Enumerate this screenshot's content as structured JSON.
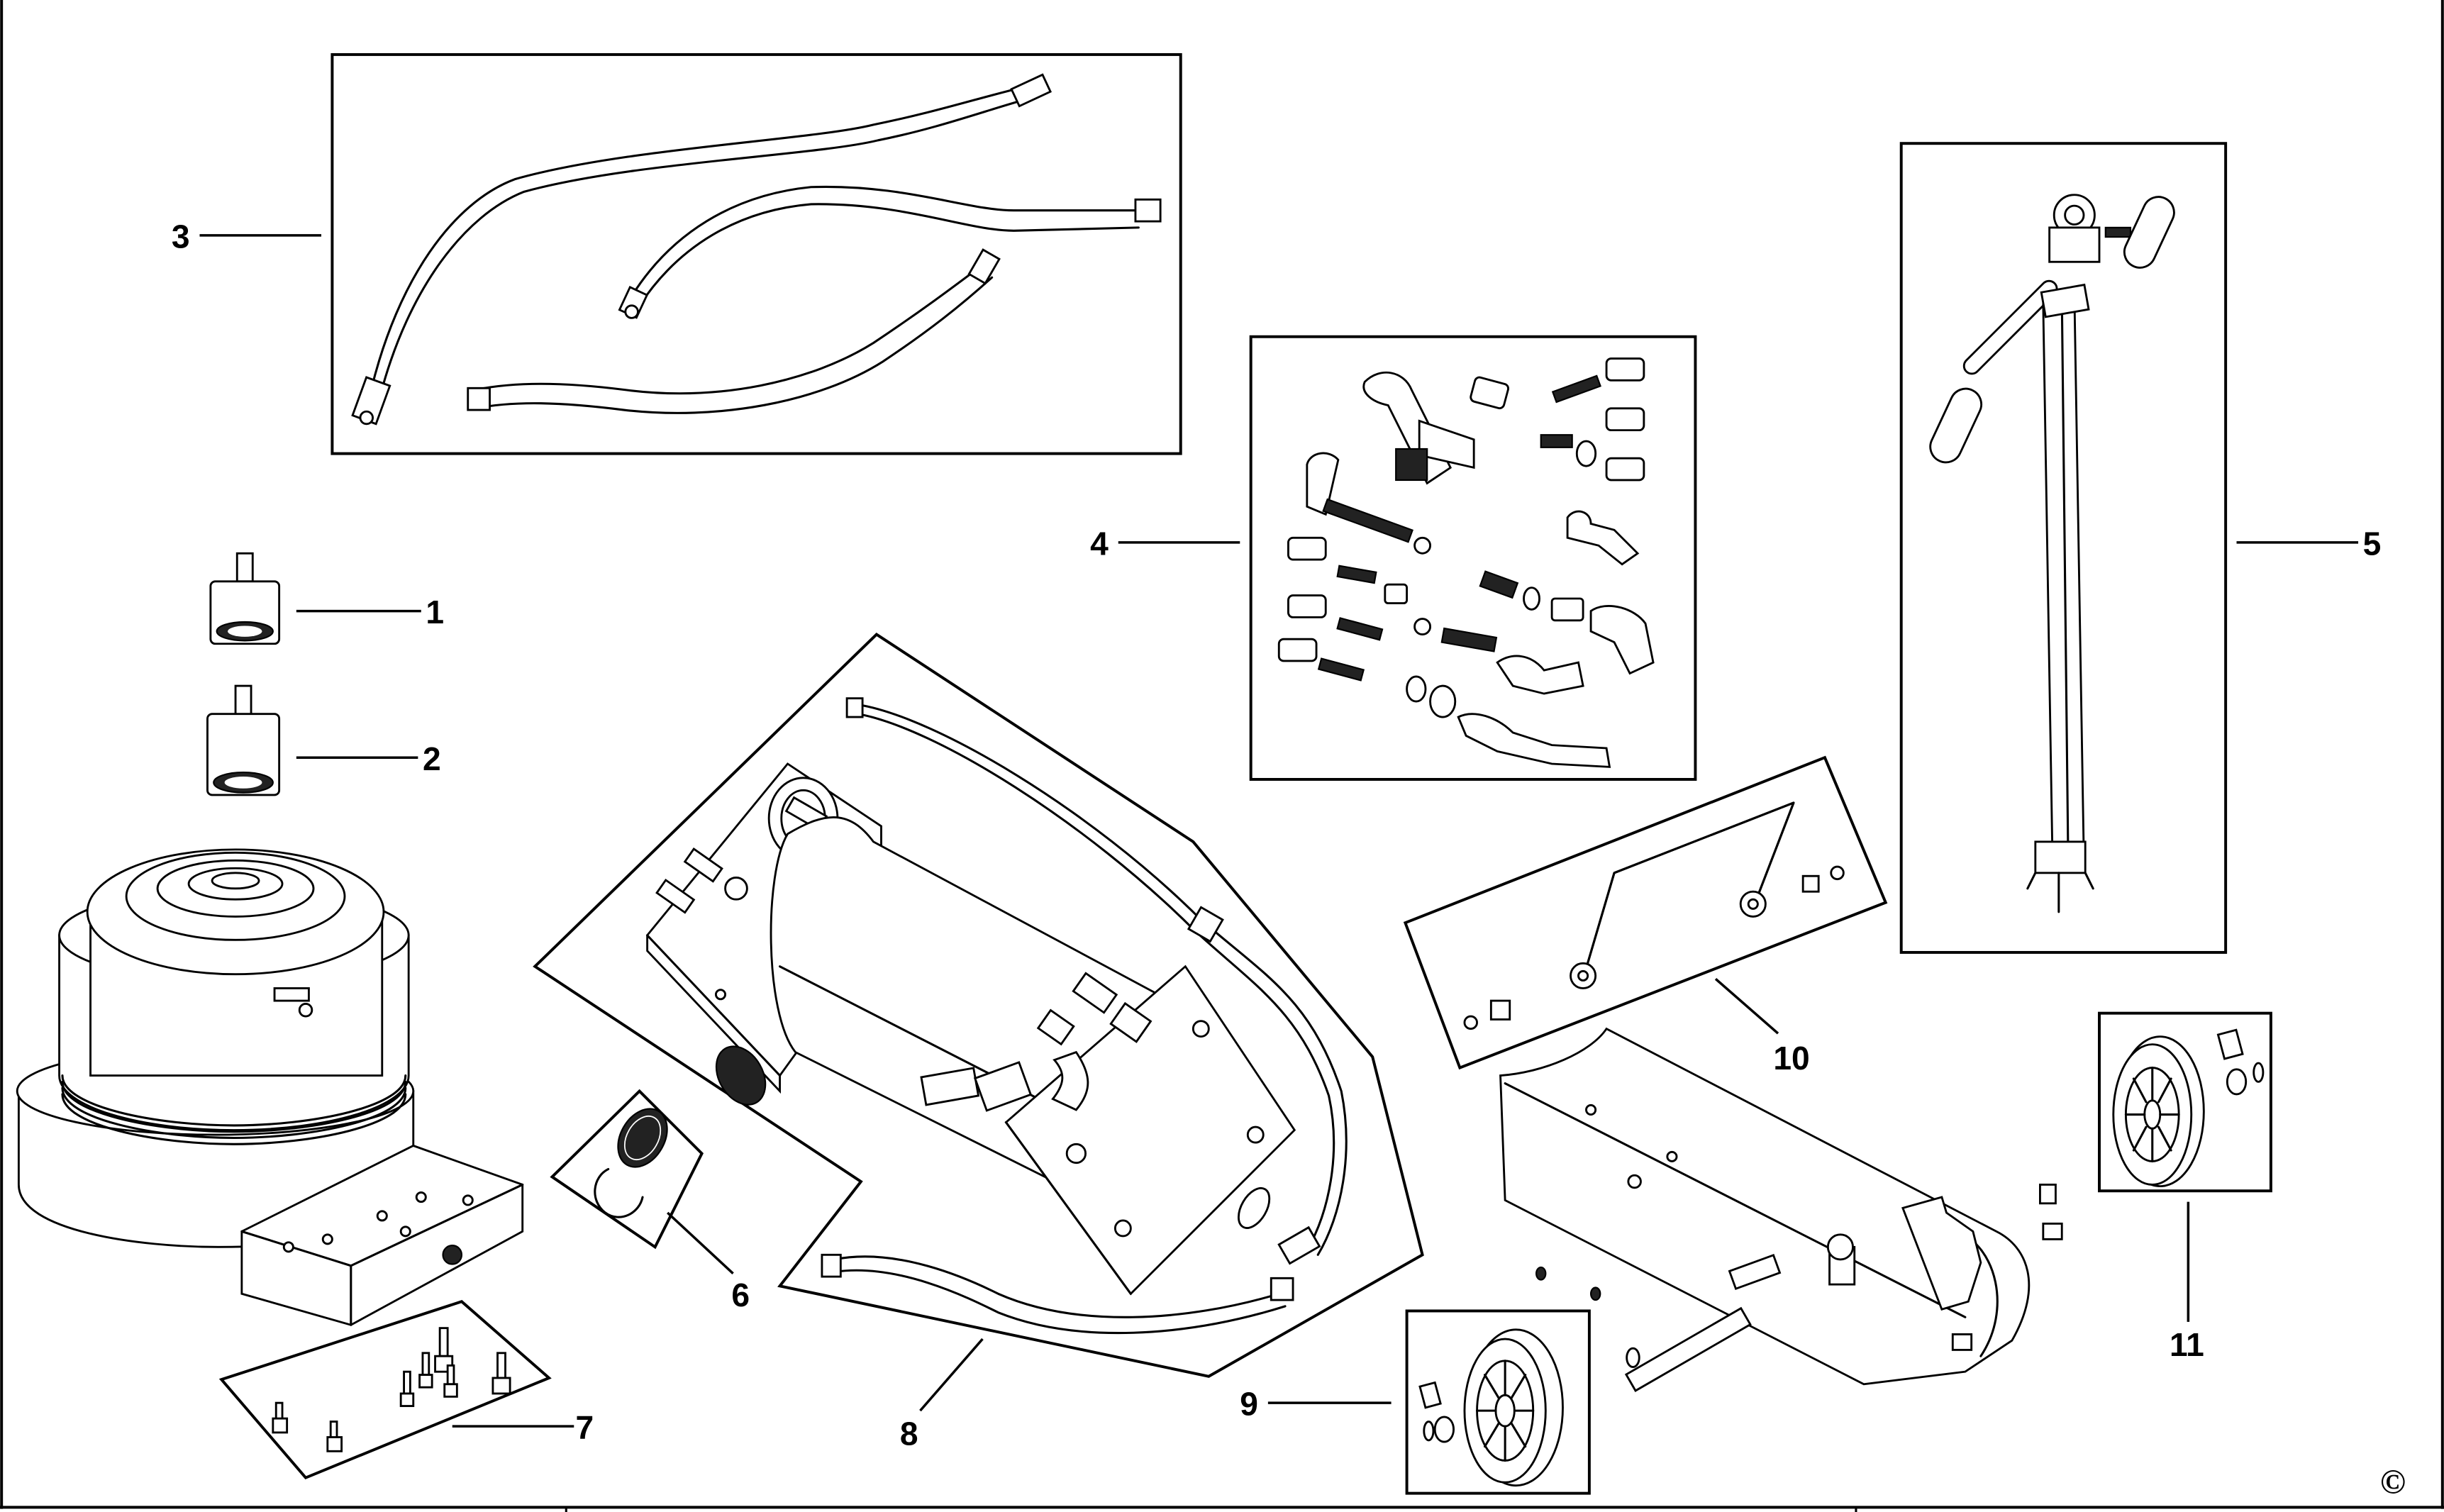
{
  "diagram": {
    "title": "Exploded parts diagram - hydraulic jack assembly",
    "copyright_symbol": "©",
    "callouts": [
      {
        "id": "1",
        "label": "1",
        "part": "small cylinder plug with seal"
      },
      {
        "id": "2",
        "label": "2",
        "part": "tall cylinder plug with seal"
      },
      {
        "id": "3",
        "label": "3",
        "part": "hydraulic hose set (3 hoses)"
      },
      {
        "id": "4",
        "label": "4",
        "part": "valve and fitting kit"
      },
      {
        "id": "5",
        "label": "5",
        "part": "handle assembly"
      },
      {
        "id": "6",
        "label": "6",
        "part": "filter screen and circlip"
      },
      {
        "id": "7",
        "label": "7",
        "part": "screw set"
      },
      {
        "id": "8",
        "label": "8",
        "part": "pump block and hose assembly"
      },
      {
        "id": "9",
        "label": "9",
        "part": "wheel kit"
      },
      {
        "id": "10",
        "label": "10",
        "part": "linkage rod kit"
      },
      {
        "id": "11",
        "label": "11",
        "part": "wheel kit"
      }
    ],
    "unlabeled_parts": [
      {
        "id": "ram-cylinder",
        "part": "main ram cylinder with base plate"
      },
      {
        "id": "chassis",
        "part": "chassis frame with axle"
      }
    ]
  }
}
